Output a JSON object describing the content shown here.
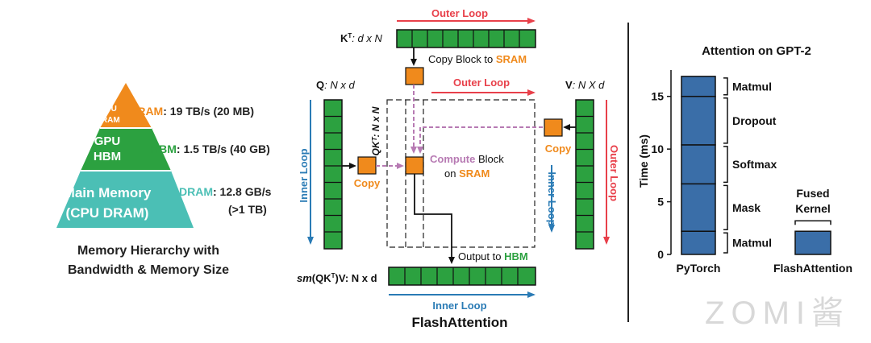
{
  "hierarchy": {
    "levels": [
      {
        "title": "GPU",
        "subtitle": "SRAM",
        "name": "SRAM",
        "desc": ": 19 TB/s (20 MB)"
      },
      {
        "title": "GPU",
        "subtitle": "HBM",
        "name": "HBM",
        "desc": ": 1.5 TB/s (40 GB)"
      },
      {
        "title": "Main Memory",
        "subtitle": "(CPU DRAM)",
        "name": "DRAM",
        "desc": ": 12.8 GB/s",
        "desc2": "(>1 TB)"
      }
    ],
    "caption_line1": "Memory Hierarchy with",
    "caption_line2": "Bandwidth & Memory Size"
  },
  "flash": {
    "outer_loop_top": "Outer Loop",
    "outer_loop_mid": "Outer Loop",
    "outer_loop_right": "Outer Loop",
    "inner_loop_left": "Inner Loop",
    "inner_loop_right": "Inner Loop",
    "inner_loop_bottom": "Inner Loop",
    "k_label_main": "K",
    "k_label_sup": "T",
    "k_label_rest": ": d x N",
    "q_label_main": "Q",
    "q_label_rest": ": N x d",
    "v_label_main": "V",
    "v_label_rest": ": N X d",
    "qk_label": "QKᵀ: N x N",
    "copy_block_text": "Copy Block to ",
    "copy_block_target": "SRAM",
    "copy_left": "Copy",
    "copy_right": "Copy",
    "compute_word": "Compute",
    "compute_rest": " Block",
    "compute_on": "on ",
    "compute_sram": "SRAM",
    "output_text": "Output to ",
    "output_target": "HBM",
    "sm_label_main": "sm",
    "sm_label_paren": "(QK",
    "sm_label_sup": "T",
    "sm_label_rest": ")V: N x d",
    "title": "FlashAttention"
  },
  "chart_data": {
    "type": "bar",
    "title": "Attention on GPT-2",
    "ylabel": "Time (ms)",
    "xlabel": "",
    "ylim": [
      0,
      17.5
    ],
    "yticks": [
      "0",
      "5",
      "10",
      "15"
    ],
    "ytick_values": [
      0,
      5,
      10,
      15
    ],
    "categories": [
      "PyTorch",
      "FlashAttention"
    ],
    "stacks": [
      {
        "category": "PyTorch",
        "segments": [
          {
            "name": "Matmul",
            "start": 0,
            "end": 2.2
          },
          {
            "name": "Mask",
            "start": 2.2,
            "end": 6.7
          },
          {
            "name": "Softmax",
            "start": 6.7,
            "end": 10.4
          },
          {
            "name": "Dropout",
            "start": 10.4,
            "end": 15.0
          },
          {
            "name": "Matmul",
            "start": 15.0,
            "end": 16.9
          }
        ]
      },
      {
        "category": "FlashAttention",
        "segments": [
          {
            "name": "Fused Kernel",
            "start": 0,
            "end": 2.2
          }
        ]
      }
    ],
    "fused_label_1": "Fused",
    "fused_label_2": "Kernel",
    "bar_color": "#3a6ea8"
  },
  "watermark": "ZOMI酱",
  "colors": {
    "sram": "#f08a1c",
    "hbm": "#2ca140",
    "dram": "#4bbfb5",
    "red": "#e8404a",
    "blue": "#2a7bb5",
    "purple": "#b77ab3",
    "green_cell": "#2ca140",
    "orange_block": "#f08a1c"
  }
}
